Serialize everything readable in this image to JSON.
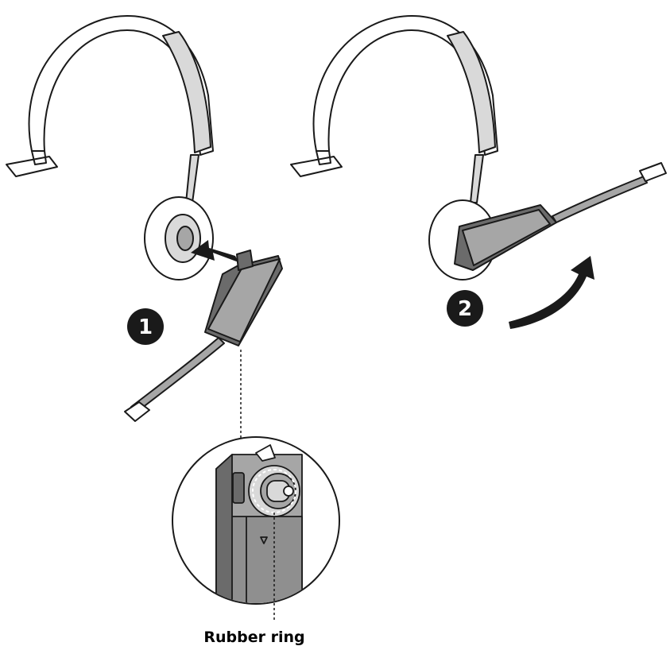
{
  "colors": {
    "line": "#1a1a1a",
    "shade_light": "#d9d9d9",
    "shade_mid": "#a6a6a6",
    "shade_dark": "#6b6b6b",
    "badge": "#1a1a1a",
    "arrow": "#1a1a1a"
  },
  "steps": [
    {
      "number": "1"
    },
    {
      "number": "2"
    }
  ],
  "callout": {
    "label": "Rubber ring"
  },
  "icons": {
    "step1_arrow": "straight-arrow-icon",
    "step2_arrow": "curved-arrow-icon"
  }
}
